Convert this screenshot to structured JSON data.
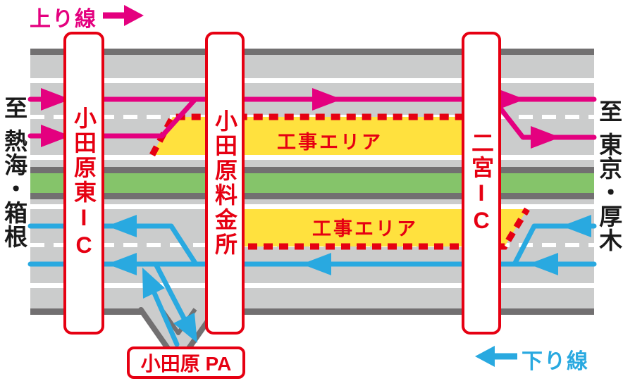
{
  "legend": {
    "up_line": {
      "label": "上り線",
      "direction": "right"
    },
    "down_line": {
      "label": "下り線",
      "direction": "left"
    }
  },
  "destinations": {
    "left": {
      "prefix": "至",
      "name": "熱海・箱根"
    },
    "right": {
      "prefix": "至",
      "name": "東京・厚木"
    }
  },
  "facilities": {
    "ic_left": {
      "label": "小田原東IC",
      "type": "interchange"
    },
    "tollgate": {
      "label": "小田原料金所",
      "type": "toll-gate"
    },
    "ic_right": {
      "label": "二宮IC",
      "type": "interchange"
    },
    "pa": {
      "label": "小田原 PA",
      "type": "parking-area"
    }
  },
  "construction_areas": {
    "up_line": {
      "label": "工事エリア",
      "roadway": "上り線"
    },
    "down_line": {
      "label": "工事エリア",
      "roadway": "下り線"
    }
  },
  "colors": {
    "up_line": "#e4007f",
    "down_line": "#29a9e0",
    "construction_border": "#e60012",
    "construction_fill": "#ffe13e",
    "median_green": "#85c46a",
    "road_gray": "#cbcccc",
    "road_edge_gray": "#727071",
    "label_red": "#e60012",
    "destination_text": "#1a1a1a"
  }
}
